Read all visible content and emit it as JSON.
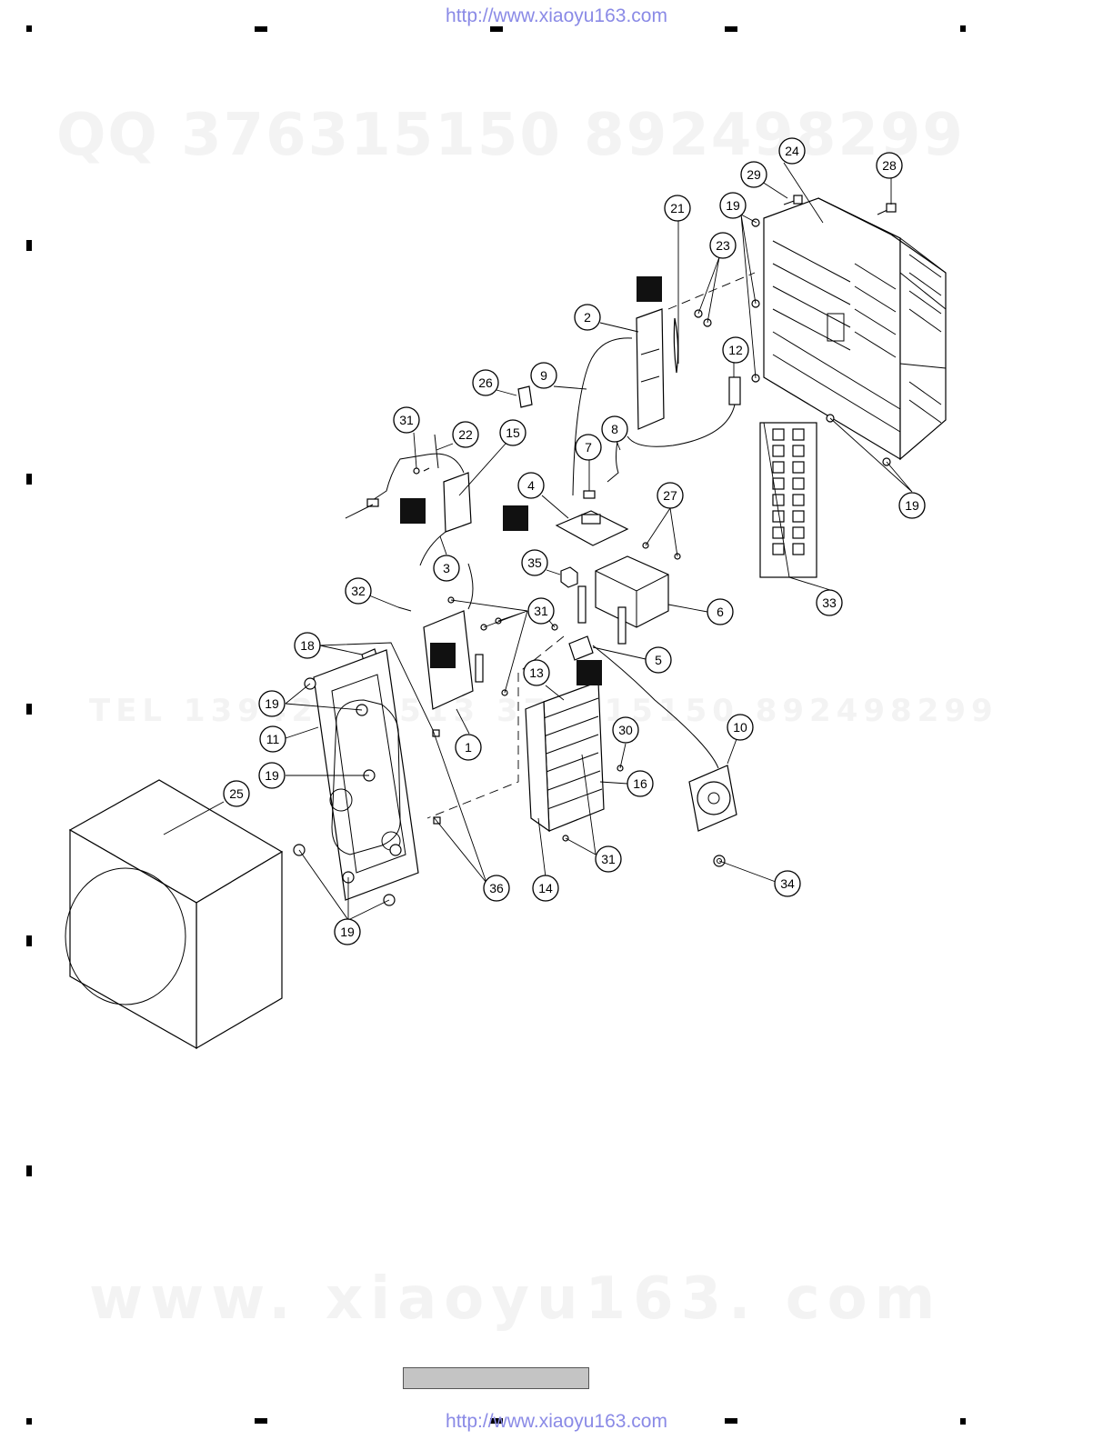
{
  "header": {
    "url": "http://www.xiaoyu163.com"
  },
  "footer": {
    "url": "http://www.xiaoyu163.com"
  },
  "watermarks": {
    "qq": "QQ 376315150    892498299",
    "tel": "TEL 13942296513   376315150  892498299",
    "www": "www. xiaoyu163. com"
  },
  "callouts": [
    {
      "label": "24"
    },
    {
      "label": "29"
    },
    {
      "label": "28"
    },
    {
      "label": "21"
    },
    {
      "label": "19"
    },
    {
      "label": "23"
    },
    {
      "label": "2"
    },
    {
      "label": "12"
    },
    {
      "label": "9"
    },
    {
      "label": "26"
    },
    {
      "label": "31"
    },
    {
      "label": "22"
    },
    {
      "label": "15"
    },
    {
      "label": "8"
    },
    {
      "label": "7"
    },
    {
      "label": "4"
    },
    {
      "label": "27"
    },
    {
      "label": "19"
    },
    {
      "label": "3"
    },
    {
      "label": "35"
    },
    {
      "label": "32"
    },
    {
      "label": "31"
    },
    {
      "label": "6"
    },
    {
      "label": "33"
    },
    {
      "label": "18"
    },
    {
      "label": "5"
    },
    {
      "label": "13"
    },
    {
      "label": "19"
    },
    {
      "label": "11"
    },
    {
      "label": "1"
    },
    {
      "label": "30"
    },
    {
      "label": "10"
    },
    {
      "label": "19"
    },
    {
      "label": "16"
    },
    {
      "label": "25"
    },
    {
      "label": "31"
    },
    {
      "label": "36"
    },
    {
      "label": "14"
    },
    {
      "label": "34"
    },
    {
      "label": "19"
    }
  ]
}
